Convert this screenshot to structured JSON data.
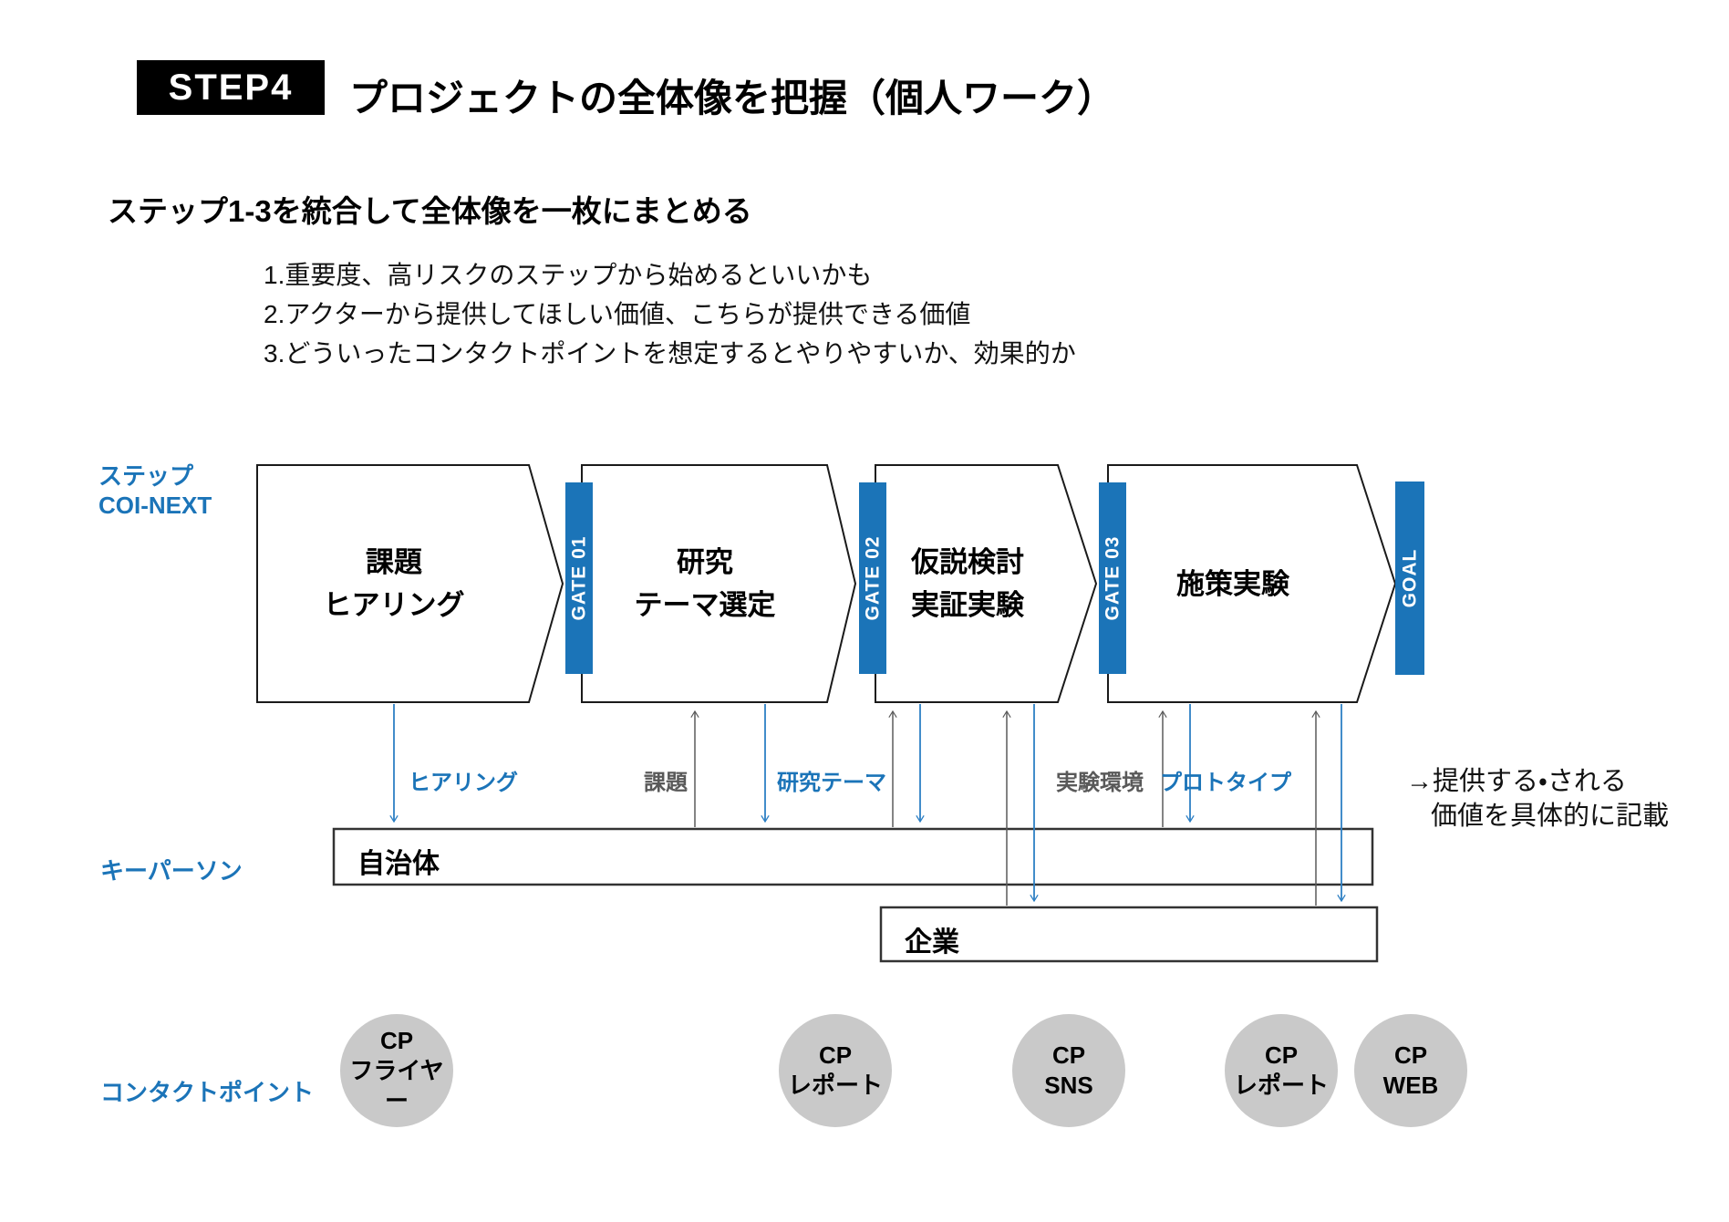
{
  "header": {
    "badge": "STEP4",
    "title": "プロジェクトの全体像を把握（個人ワーク）"
  },
  "subtitle": "ステップ1-3を統合して全体像を一枚にまとめる",
  "notes": [
    "1.重要度、高リスクのステップから始めるといいかも",
    "2.アクターから提供してほしい価値、こちらが提供できる価値",
    "3.どういったコンタクトポイントを想定するとやりやすいか、効果的か"
  ],
  "row_labels": {
    "step_line1": "ステップ",
    "step_line2": "COI-NEXT",
    "keyperson": "キーパーソン",
    "contact_point": "コンタクトポイント"
  },
  "process": {
    "boxes": [
      {
        "lines": [
          "課題",
          "ヒアリング"
        ]
      },
      {
        "lines": [
          "研究",
          "テーマ選定"
        ]
      },
      {
        "lines": [
          "仮説検討",
          "実証実験"
        ]
      },
      {
        "lines": [
          "施策実験"
        ]
      }
    ],
    "gates": [
      "GATE 01",
      "GATE 02",
      "GATE 03"
    ],
    "goal": "GOAL"
  },
  "flow_labels": {
    "hearing": "ヒアリング",
    "issue": "課題",
    "research_theme": "研究テーマ",
    "experiment_env": "実験環境",
    "prototype": "プロトタイプ"
  },
  "actors": {
    "municipality": "自治体",
    "company": "企業"
  },
  "side_note": {
    "line1": "→提供する・される",
    "line2": "価値を具体的に記載"
  },
  "contact_points": [
    {
      "line1": "CP",
      "line2": "フライヤー"
    },
    {
      "line1": "CP",
      "line2": "レポート"
    },
    {
      "line1": "CP",
      "line2": "SNS"
    },
    {
      "line1": "CP",
      "line2": "レポート"
    },
    {
      "line1": "CP",
      "line2": "WEB"
    }
  ],
  "colors": {
    "accent_blue": "#1b74b8",
    "arrow_blue": "#2e80c4",
    "arrow_gray": "#5a5a5a",
    "circle_gray": "#c9c9c9",
    "badge_black": "#000000"
  }
}
